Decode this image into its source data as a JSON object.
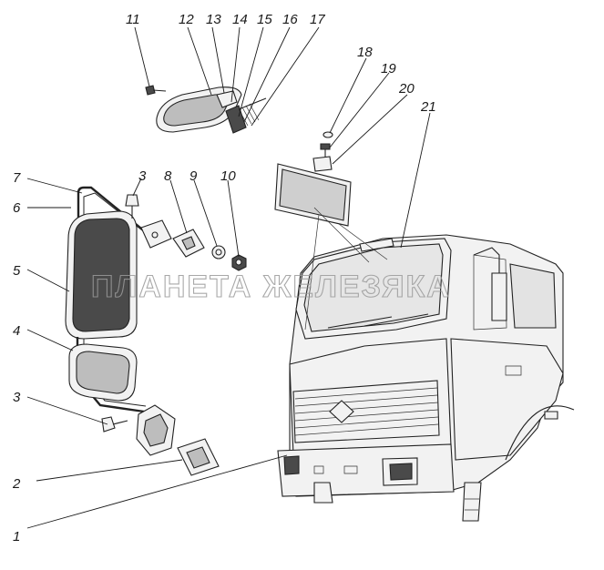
{
  "watermark": "ПЛАНЕТА ЖЕЛЕЗЯКА",
  "callouts": [
    {
      "id": "1",
      "label": "1"
    },
    {
      "id": "2",
      "label": "2"
    },
    {
      "id": "3a",
      "label": "3"
    },
    {
      "id": "3b",
      "label": "3"
    },
    {
      "id": "4",
      "label": "4"
    },
    {
      "id": "5",
      "label": "5"
    },
    {
      "id": "6",
      "label": "6"
    },
    {
      "id": "7",
      "label": "7"
    },
    {
      "id": "8",
      "label": "8"
    },
    {
      "id": "9",
      "label": "9"
    },
    {
      "id": "10",
      "label": "10"
    },
    {
      "id": "11",
      "label": "11"
    },
    {
      "id": "12",
      "label": "12"
    },
    {
      "id": "13",
      "label": "13"
    },
    {
      "id": "14",
      "label": "14"
    },
    {
      "id": "15",
      "label": "15"
    },
    {
      "id": "16",
      "label": "16"
    },
    {
      "id": "17",
      "label": "17"
    },
    {
      "id": "18",
      "label": "18"
    },
    {
      "id": "19",
      "label": "19"
    },
    {
      "id": "20",
      "label": "20"
    },
    {
      "id": "21",
      "label": "21"
    }
  ]
}
